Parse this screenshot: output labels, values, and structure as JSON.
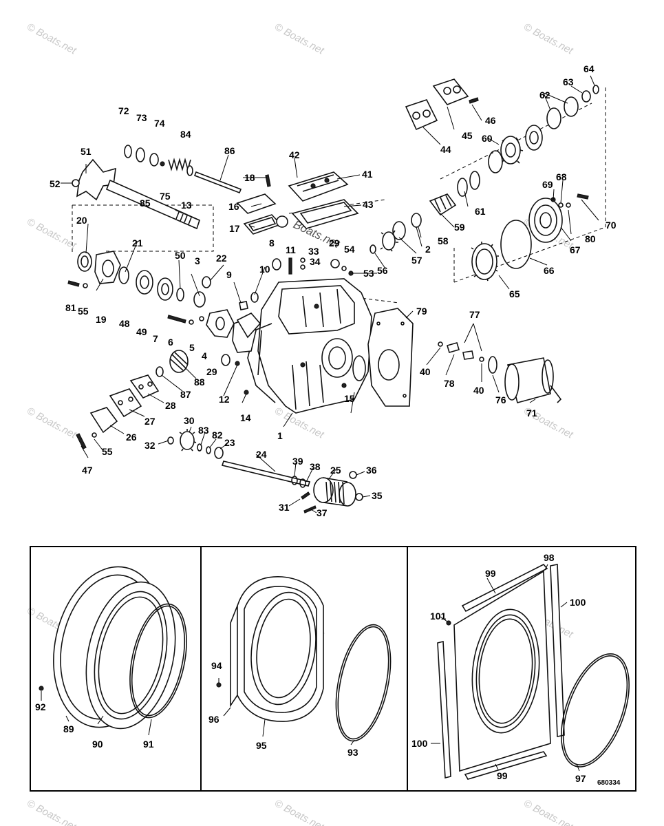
{
  "watermark": "© Boats.net",
  "center_watermark": "Boats.net",
  "drawing_code": "680334",
  "upper_labels": [
    "1",
    "2",
    "3",
    "4",
    "5",
    "6",
    "7",
    "8",
    "9",
    "10",
    "11",
    "12",
    "13",
    "14",
    "15",
    "16",
    "17",
    "18",
    "19",
    "20",
    "21",
    "22",
    "23",
    "24",
    "25",
    "26",
    "27",
    "28",
    "29",
    "29",
    "30",
    "31",
    "32",
    "33",
    "34",
    "35",
    "36",
    "37",
    "38",
    "39",
    "40",
    "40",
    "41",
    "42",
    "43",
    "44",
    "45",
    "46",
    "47",
    "48",
    "49",
    "50",
    "51",
    "52",
    "53",
    "54",
    "55",
    "55",
    "56",
    "57",
    "58",
    "59",
    "60",
    "61",
    "62",
    "63",
    "64",
    "65",
    "66",
    "67",
    "68",
    "69",
    "70",
    "71",
    "72",
    "73",
    "74",
    "75",
    "76",
    "77",
    "78",
    "79",
    "80",
    "81",
    "82",
    "83",
    "84",
    "85",
    "86",
    "87",
    "88"
  ],
  "panel_1_labels": [
    "89",
    "90",
    "91",
    "92"
  ],
  "panel_2_labels": [
    "93",
    "94",
    "95",
    "96"
  ],
  "panel_3_labels": [
    "97",
    "98",
    "99",
    "99",
    "100",
    "100",
    "101"
  ]
}
